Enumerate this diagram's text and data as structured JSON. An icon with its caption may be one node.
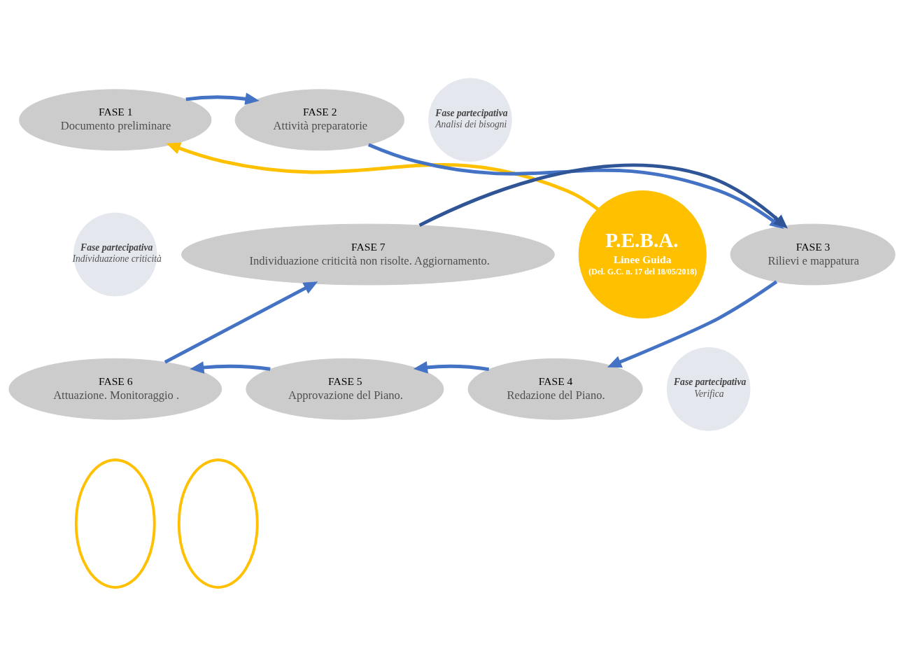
{
  "diagram": {
    "nodes": [
      {
        "text": [
          "P.E.B.A.",
          "Linee Guida",
          "(Del. G.C. n. 17 del 18/05/2018)"
        ]
      },
      {
        "text": [
          "FASE 1",
          "Documento preliminare"
        ]
      },
      {
        "text": [
          "FASE 2",
          "Attività preparatorie"
        ]
      },
      {
        "text": [
          "Fase partecipativa",
          "Analisi dei bisogni"
        ]
      },
      {
        "text": [
          "FASE 3",
          "Rilievi e mappatura"
        ]
      },
      {
        "text": [
          "FASE 4",
          "Redazione del Piano."
        ]
      },
      {
        "text": [
          "Fase partecipativa",
          "Verifica"
        ]
      },
      {
        "text": [
          "FASE 5",
          "Approvazione del Piano."
        ]
      },
      {
        "text": [
          "FASE 6",
          "Attuazione. Monitoraggio ."
        ]
      },
      {
        "text": [
          "FASE 7",
          "Individuazione criticità non risolte. Aggiornamento."
        ]
      },
      {
        "text": [
          "Fase partecipativa",
          "Individuazione criticità"
        ]
      },
      {
        "text": [],
        "shape": "ellipse"
      },
      {
        "text": [],
        "shape": "ellipse"
      }
    ],
    "edges": [
      {
        "from": 0,
        "to": 1,
        "arrow": "to",
        "color": "#ffc000"
      },
      {
        "from": 1,
        "to": 2,
        "arrow": "to"
      },
      {
        "from": 2,
        "to": 4,
        "arrow": "to"
      },
      {
        "from": 4,
        "to": 5,
        "arrow": "to"
      },
      {
        "from": 5,
        "to": 7,
        "arrow": "to"
      },
      {
        "from": 7,
        "to": 8,
        "arrow": "to"
      },
      {
        "from": 8,
        "to": 9,
        "arrow": "to"
      },
      {
        "from": 9,
        "to": 4,
        "arrow": "to",
        "color": "#2f5597"
      }
    ]
  }
}
